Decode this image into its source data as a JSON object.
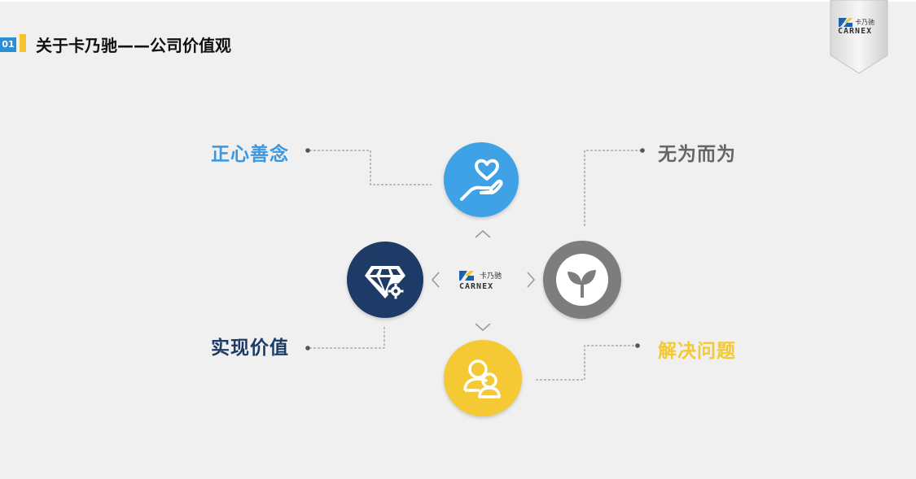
{
  "header": {
    "number": "01",
    "title": "关于卡乃驰——公司价值观"
  },
  "brand": {
    "name_cn": "卡乃驰",
    "name_en": "CARNEX"
  },
  "values": [
    {
      "label": "正心善念",
      "icon": "heart-in-hand-icon",
      "color": "#3fa1e6"
    },
    {
      "label": "无为而为",
      "icon": "sprout-icon",
      "color": "#7d7d7d"
    },
    {
      "label": "实现价值",
      "icon": "diamond-gear-icon",
      "color": "#1e3b67"
    },
    {
      "label": "解决问题",
      "icon": "people-icon",
      "color": "#f4c934"
    }
  ],
  "colors": {
    "background": "#f0f0f0",
    "accent_yellow": "#f4c430",
    "accent_blue": "#2b8fd6",
    "connector": "#8a8a8a",
    "chevron": "#9a9a9a"
  }
}
